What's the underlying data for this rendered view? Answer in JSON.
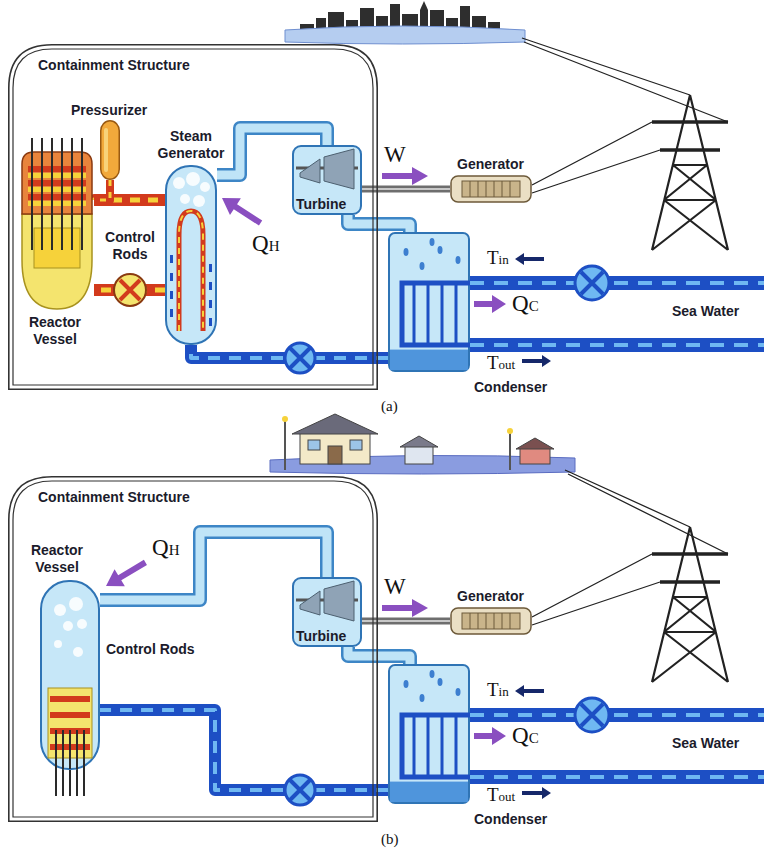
{
  "diagram": {
    "nodes": [
      {
        "text": [
          "Containment Structure"
        ]
      },
      {
        "text": [
          "Pressurizer"
        ],
        "in": 0
      },
      {
        "text": [
          "Steam Generator"
        ],
        "in": 0
      },
      {
        "text": [
          "Reactor Vessel"
        ],
        "in": 0
      },
      {
        "text": [
          "Turbine"
        ]
      },
      {
        "text": [
          "Generator"
        ]
      },
      {
        "text": [
          "Condenser"
        ]
      },
      {
        "text": [
          "Containment Structure"
        ]
      },
      {
        "text": [
          "Reactor Vessel"
        ],
        "in": 7
      },
      {
        "text": [
          "Turbine"
        ]
      },
      {
        "text": [
          "Generator"
        ]
      },
      {
        "text": [
          "Condenser"
        ]
      }
    ],
    "edges": [
      {
        "from": 3,
        "to": 2,
        "arrow": "none"
      },
      {
        "from": 2,
        "to": 3,
        "arrow": "none"
      },
      {
        "from": 1,
        "to": 3,
        "arrow": "none"
      },
      {
        "from": 2,
        "to": 4,
        "arrow": "none"
      },
      {
        "from": 4,
        "to": 5,
        "arrow": "none"
      },
      {
        "from": 4,
        "to": 6,
        "arrow": "none"
      },
      {
        "from": 6,
        "to": 2,
        "arrow": "none"
      },
      {
        "from": 8,
        "to": 9,
        "arrow": "none"
      },
      {
        "from": 9,
        "to": 10,
        "arrow": "none"
      },
      {
        "from": 9,
        "to": 11,
        "arrow": "none"
      },
      {
        "from": 11,
        "to": 8,
        "arrow": "none"
      }
    ],
    "labels": [
      "Control Rods",
      "QH",
      "W",
      "Tin",
      "QC",
      "Sea Water",
      "Tout",
      "(a)",
      "Control Rods",
      "QH",
      "W",
      "Tin",
      "QC",
      "Sea Water",
      "Tout",
      "(b)"
    ]
  }
}
